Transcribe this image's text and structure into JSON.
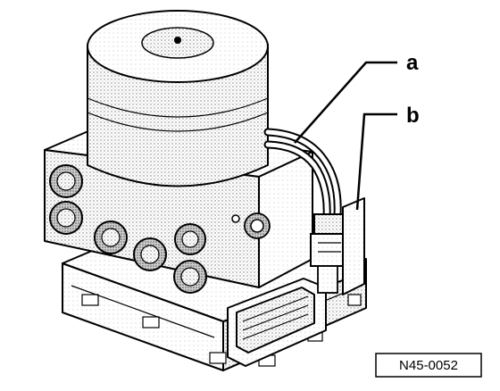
{
  "callouts": {
    "a": "a",
    "b": "b"
  },
  "figure_number": "N45-0052"
}
